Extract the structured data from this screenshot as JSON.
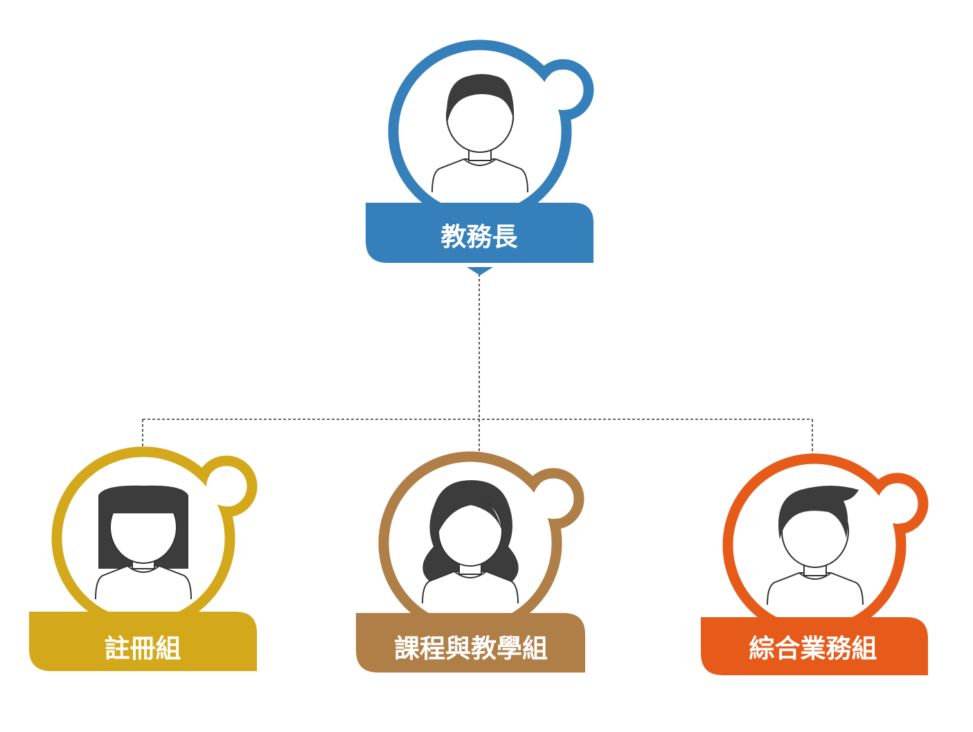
{
  "root": {
    "label": "教務長",
    "color": "#3580BB",
    "avatar": "short-hair-person-icon"
  },
  "children": [
    {
      "label": "註冊組",
      "color": "#D4A81B",
      "avatar": "bob-hair-person-icon"
    },
    {
      "label": "課程與教學組",
      "color": "#B07F48",
      "avatar": "long-wavy-hair-person-icon"
    },
    {
      "label": "綜合業務組",
      "color": "#E65A1A",
      "avatar": "side-swept-hair-person-icon"
    }
  ]
}
